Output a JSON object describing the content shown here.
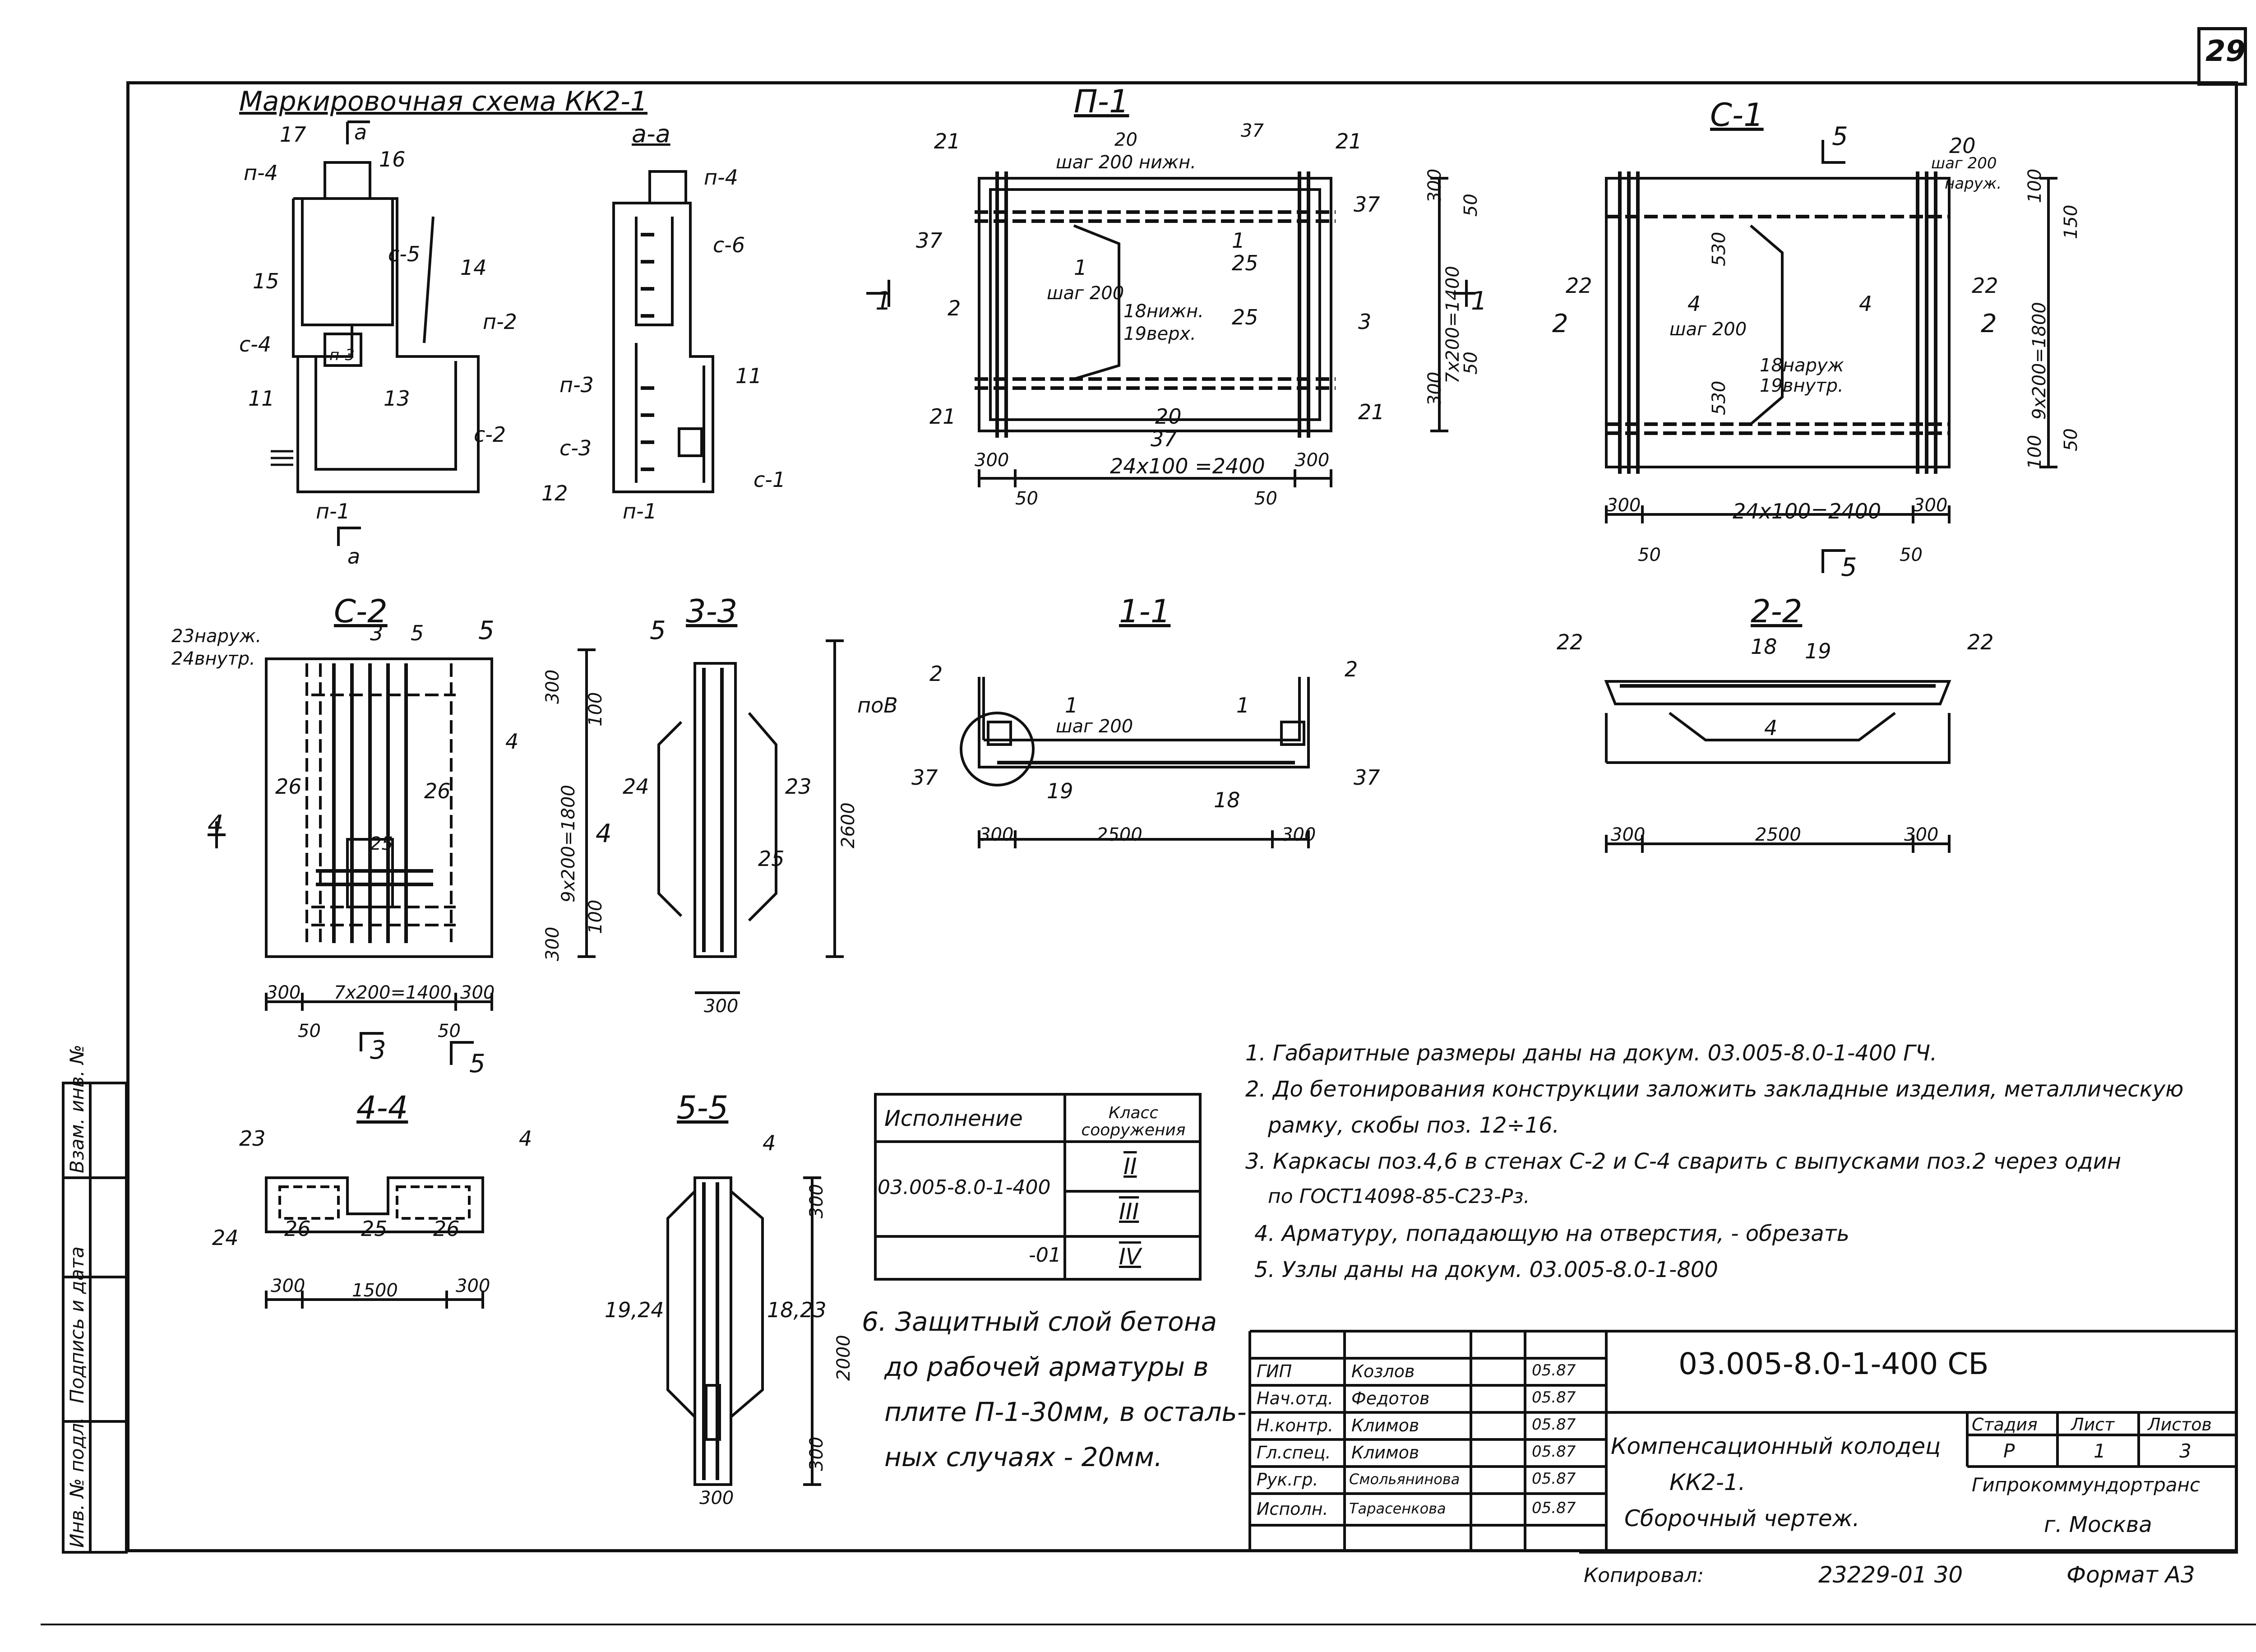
{
  "sheet": {
    "page_number": "29"
  },
  "scheme": {
    "title": "Маркировочная схема КК2-1",
    "labels": [
      "17",
      "а",
      "16",
      "п-4",
      "с-5",
      "14",
      "15",
      "п-3",
      "п-2",
      "с-4",
      "13",
      "с-2",
      "11",
      "п-1",
      "а"
    ],
    "section_aa": {
      "title": "а-а",
      "labels": [
        "п-4",
        "с-6",
        "п-3",
        "11",
        "с-3",
        "12",
        "с-1",
        "п-1"
      ]
    }
  },
  "views": {
    "p1": {
      "title": "П-1",
      "labels": [
        "20",
        "37",
        "21",
        "21",
        "шаг 200 нижн.",
        "37",
        "37",
        "25",
        "1",
        "1",
        "шаг 200",
        "18нижн.",
        "19верх.",
        "2",
        "25",
        "3",
        "21",
        "21",
        "20",
        "37",
        "24х100 =2400",
        "300",
        "300",
        "50",
        "50",
        "7х200=1400",
        "300",
        "300",
        "50",
        "50",
        "1",
        "1"
      ]
    },
    "c1": {
      "title": "С-1",
      "labels": [
        "5",
        "20",
        "шаг 200",
        "наруж.",
        "100",
        "150",
        "22",
        "22",
        "4",
        "шаг 200",
        "4",
        "2",
        "2",
        "18наруж",
        "19внутр.",
        "530",
        "530",
        "9х200=1800",
        "100",
        "50",
        "24х100=2400",
        "300",
        "300",
        "50",
        "50",
        "5"
      ]
    },
    "c2": {
      "title": "С-2",
      "labels": [
        "23наруж.",
        "24внутр.",
        "3",
        "5",
        "5",
        "4",
        "26",
        "26",
        "25",
        "4",
        "300",
        "7х200=1400",
        "300",
        "50",
        "50",
        "3",
        "5"
      ]
    },
    "s33": {
      "title": "3-3",
      "labels": [
        "5",
        "300",
        "100",
        "9х200=1800",
        "24",
        "4",
        "100",
        "300",
        "23",
        "2600",
        "25",
        "300"
      ]
    },
    "s11": {
      "title": "1-1",
      "labels": [
        "2",
        "2",
        "поВ",
        "1",
        "шаг 200",
        "1",
        "37",
        "37",
        "19",
        "18",
        "300",
        "2500",
        "300"
      ]
    },
    "s22": {
      "title": "2-2",
      "labels": [
        "22",
        "18",
        "19",
        "22",
        "4",
        "300",
        "2500",
        "300"
      ]
    },
    "s44": {
      "title": "4-4",
      "labels": [
        "23",
        "4",
        "24",
        "26",
        "25",
        "26",
        "300",
        "1500",
        "300"
      ]
    },
    "s55": {
      "title": "5-5",
      "labels": [
        "4",
        "300",
        "19,24",
        "18,23",
        "2000",
        "300",
        "300"
      ]
    }
  },
  "execution_table": {
    "col_headers": [
      "Исполнение",
      "Класс сооружения"
    ],
    "rows": [
      {
        "exec": "03.005-8.0-1-400",
        "cls": "II"
      },
      {
        "exec": "",
        "cls": "III"
      },
      {
        "exec": "-01",
        "cls": "IV"
      }
    ]
  },
  "notes": [
    "1. Габаритные размеры даны на докум. 03.005-8.0-1-400 ГЧ.",
    "2. До бетонирования конструкции заложить закладные изделия, металлическую",
    "рамку, скобы поз. 12÷16.",
    "3. Каркасы поз.4,6 в стенах С-2 и С-4 сварить с выпусками поз.2 через один",
    "по ГОСТ14098-85-С23-Рз.",
    "4. Арматуру, попадающую на отверстия, - обрезать",
    "5. Узлы даны на докум. 03.005-8.0-1-800"
  ],
  "note6": [
    "6. Защитный слой бетона",
    "до рабочей арматуры в",
    "плите П-1-30мм, в осталь-",
    "ных случаях - 20мм."
  ],
  "side_stamp": [
    "Взам. инв. №",
    "Подпись и дата",
    "Инв. № подл."
  ],
  "title_block": {
    "doc_code": "03.005-8.0-1-400 СБ",
    "roles": [
      {
        "role": "ГИП",
        "name": "Козлов",
        "date": "05.87"
      },
      {
        "role": "Нач.отд.",
        "name": "Федотов",
        "date": "05.87"
      },
      {
        "role": "Н.контр.",
        "name": "Климов",
        "date": "05.87"
      },
      {
        "role": "Гл.спец.",
        "name": "Климов",
        "date": "05.87"
      },
      {
        "role": "Рук.гр.",
        "name": "Смольянинова",
        "date": "05.87"
      },
      {
        "role": "Исполн.",
        "name": "Тарасенкова",
        "date": "05.87"
      }
    ],
    "description": [
      "Компенсационный колодец",
      "КК2-1.",
      "Сборочный чертеж."
    ],
    "stage_headers": [
      "Стадия",
      "Лист",
      "Листов"
    ],
    "stage_values": [
      "Р",
      "1",
      "3"
    ],
    "org": [
      "Гипрокоммундортранс",
      "г. Москва"
    ]
  },
  "footer": {
    "copied": "Копировал:",
    "number": "23229-01 30",
    "format": "Формат А3"
  }
}
